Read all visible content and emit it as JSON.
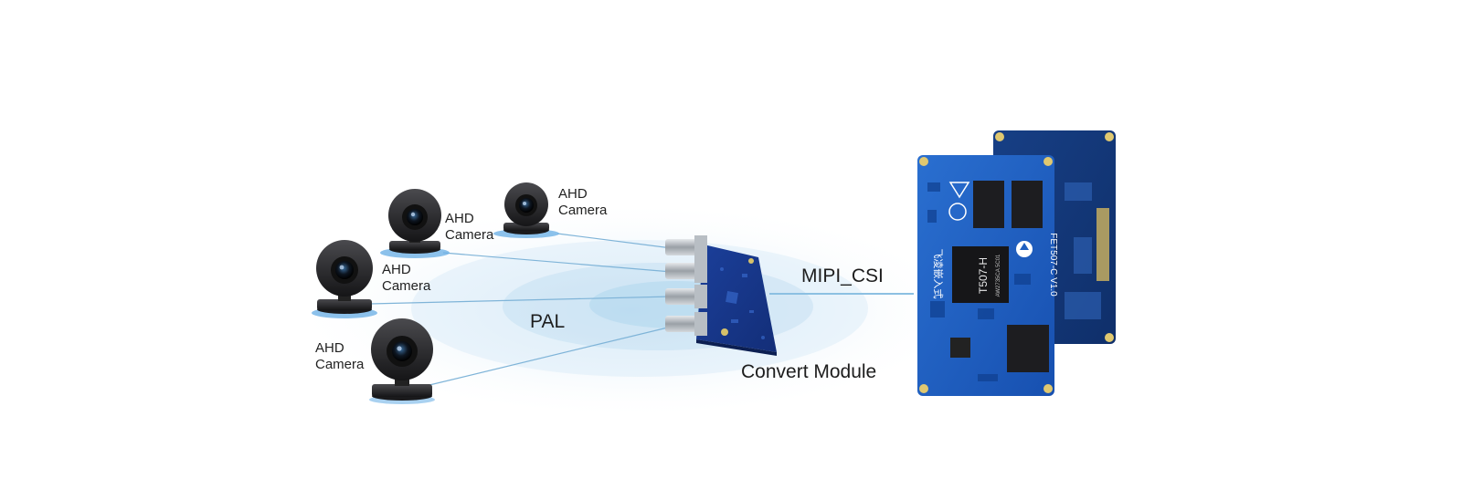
{
  "cameras": [
    {
      "line1": "AHD",
      "line2": "Camera"
    },
    {
      "line1": "AHD",
      "line2": "Camera"
    },
    {
      "line1": "AHD",
      "line2": "Camera"
    },
    {
      "line1": "AHD",
      "line2": "Camera"
    }
  ],
  "signal_label": "PAL",
  "interface_label": "MIPI_CSI",
  "module_label": "Convert Module",
  "board": {
    "chip_marking": "T507-H",
    "chip_sub_marking": "AW2735CA 5C01",
    "silkscreen": "FET507-C V1.0",
    "brand_silk": "飞凌嵌入式"
  },
  "colors": {
    "pcb_blue": "#1f5fbf",
    "pcb_dark": "#123a7e",
    "glow": "#9fcdea",
    "line": "#7fb4d8",
    "camera_body": "#2a2a2c"
  }
}
